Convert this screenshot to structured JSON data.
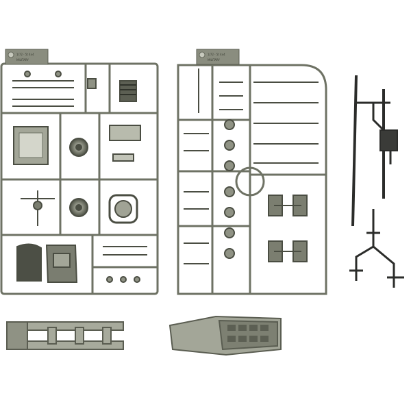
{
  "image": {
    "subject": "plastic model kit sprues",
    "colors": {
      "plastic": "#6e7264",
      "plastic_dark": "#3f4238",
      "plastic_light": "#a9ac9f",
      "chassis_black": "#2b2c2a",
      "background": "#ffffff"
    }
  },
  "sprue_left": {
    "tag_line1": "1/72 · 5t 4x4",
    "tag_line2": "MILITARY"
  },
  "sprue_right": {
    "tag_line1": "1/72 · 5t 4x4",
    "tag_line2": "MILITARY"
  }
}
